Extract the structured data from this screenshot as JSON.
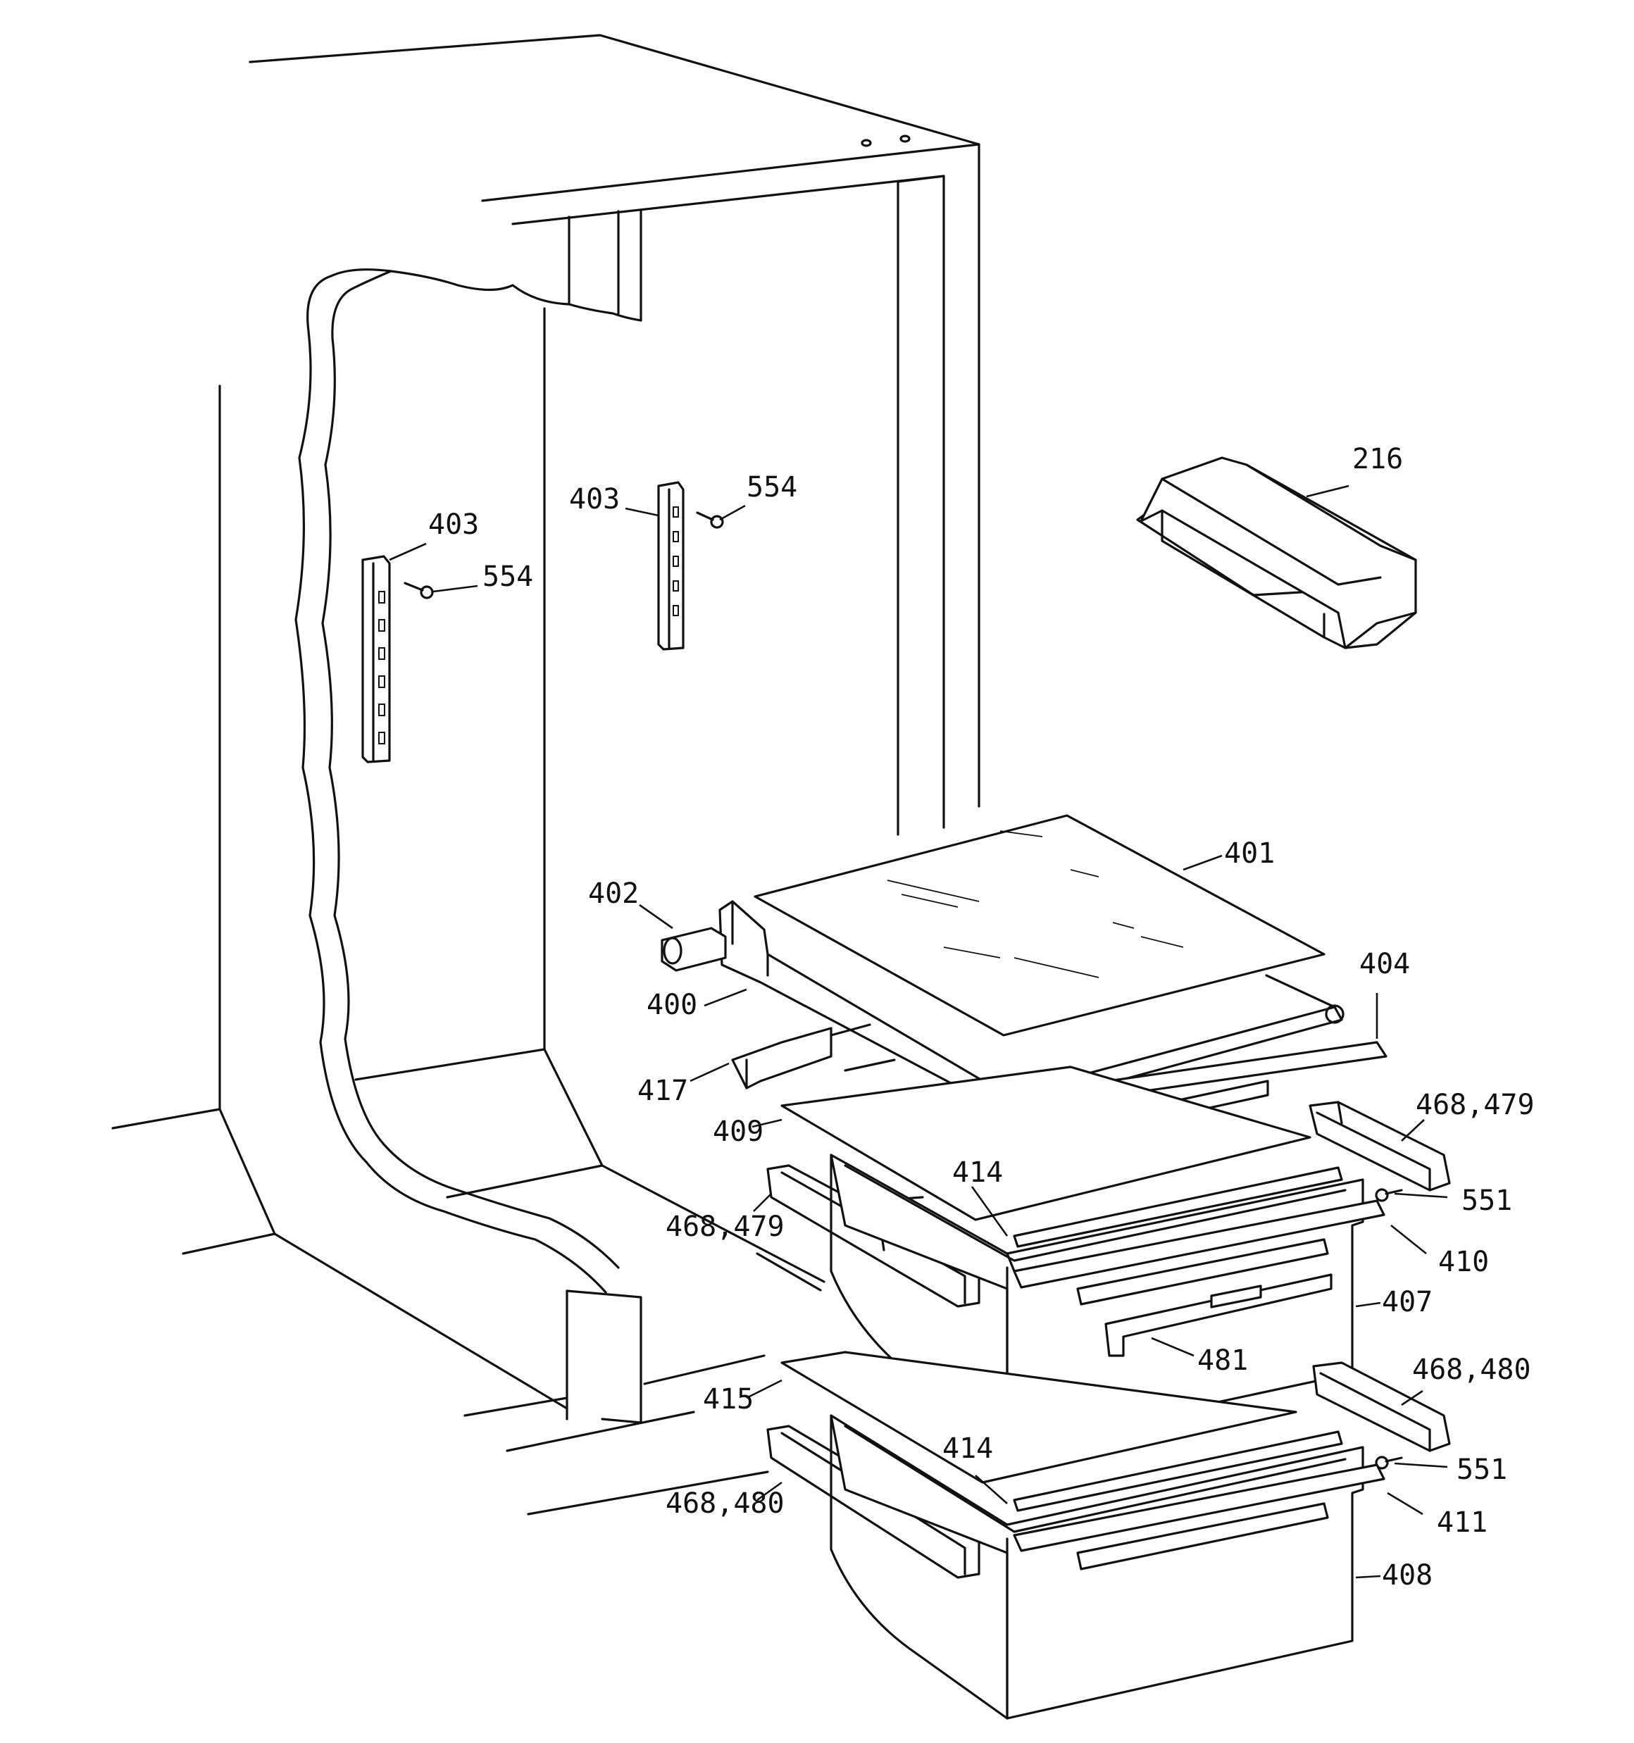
{
  "diagram": {
    "colors": {
      "line": "#111111",
      "background": "#ffffff"
    },
    "callouts": [
      {
        "id": "c216",
        "label": "216"
      },
      {
        "id": "c403a",
        "label": "403"
      },
      {
        "id": "c554a",
        "label": "554"
      },
      {
        "id": "c403b",
        "label": "403"
      },
      {
        "id": "c554b",
        "label": "554"
      },
      {
        "id": "c401",
        "label": "401"
      },
      {
        "id": "c402",
        "label": "402"
      },
      {
        "id": "c400",
        "label": "400"
      },
      {
        "id": "c404",
        "label": "404"
      },
      {
        "id": "c417",
        "label": "417"
      },
      {
        "id": "c468479a",
        "label": "468,479"
      },
      {
        "id": "c409",
        "label": "409"
      },
      {
        "id": "c414a",
        "label": "414"
      },
      {
        "id": "c551a",
        "label": "551"
      },
      {
        "id": "c468479b",
        "label": "468,479"
      },
      {
        "id": "c410",
        "label": "410"
      },
      {
        "id": "c407",
        "label": "407"
      },
      {
        "id": "c481",
        "label": "481"
      },
      {
        "id": "c468480a",
        "label": "468,480"
      },
      {
        "id": "c415",
        "label": "415"
      },
      {
        "id": "c414b",
        "label": "414"
      },
      {
        "id": "c551b",
        "label": "551"
      },
      {
        "id": "c411",
        "label": "411"
      },
      {
        "id": "c468480b",
        "label": "468,480"
      },
      {
        "id": "c408",
        "label": "408"
      }
    ]
  }
}
